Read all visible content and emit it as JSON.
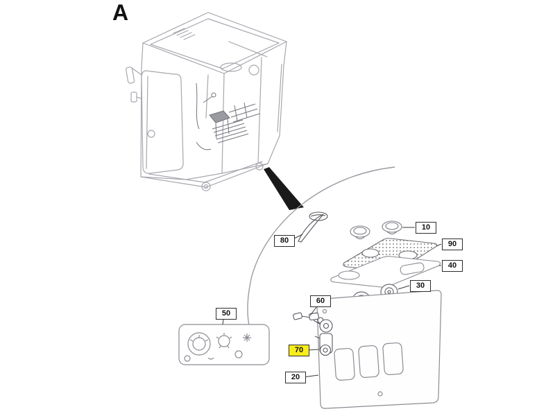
{
  "view_label": "A",
  "callouts": {
    "c10": {
      "label": "10",
      "highlighted": false
    },
    "c20": {
      "label": "20",
      "highlighted": false
    },
    "c30": {
      "label": "30",
      "highlighted": false
    },
    "c40": {
      "label": "40",
      "highlighted": false
    },
    "c50": {
      "label": "50",
      "highlighted": false
    },
    "c60": {
      "label": "60",
      "highlighted": false
    },
    "c70": {
      "label": "70",
      "highlighted": true
    },
    "c80": {
      "label": "80",
      "highlighted": false
    },
    "c90": {
      "label": "90",
      "highlighted": false
    }
  },
  "colors": {
    "highlight_fill": "#f9ed1a",
    "callout_border": "#2b2b2b",
    "line_light": "#a6a6ae",
    "line_dark": "#1a1a1a",
    "background": "#ffffff"
  }
}
